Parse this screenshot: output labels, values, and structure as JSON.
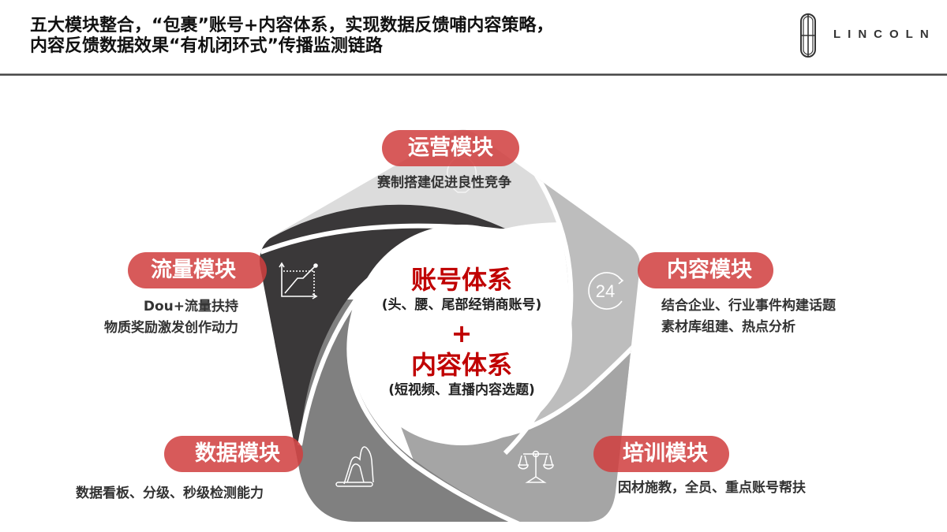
{
  "header": {
    "title_line1": "五大模块整合，“包裹”账号+内容体系，实现数据反馈哺内容策略，",
    "title_line2": "内容反馈数据效果“有机闭环式”传播监测链路",
    "brand": "LINCOLN",
    "brand_icon": "lincoln-star-logo"
  },
  "center": {
    "title1": "账号体系",
    "sub1": "(头、腰、尾部经销商账号)",
    "plus": "+",
    "title2": "内容体系",
    "sub2": "(短视频、直播内容选题)"
  },
  "modules": [
    {
      "id": "operations",
      "label": "运营模块",
      "desc": [
        "赛制搭建促进良性竞争"
      ],
      "icon": "lightbulb-icon",
      "blade_color": "#dcdcdc"
    },
    {
      "id": "content",
      "label": "内容模块",
      "desc": [
        "结合企业、行业事件构建话题",
        "素材库组建、热点分析"
      ],
      "icon": "clock-24-icon",
      "blade_color": "#bdbdbd"
    },
    {
      "id": "training",
      "label": "培训模块",
      "desc": [
        "因材施教，全员、重点账号帮扶"
      ],
      "icon": "scale-icon",
      "blade_color": "#a5a5a5"
    },
    {
      "id": "data",
      "label": "数据模块",
      "desc": [
        "数据看板、分级、秒级检测能力"
      ],
      "icon": "mountain-icon",
      "blade_color": "#808080"
    },
    {
      "id": "traffic",
      "label": "流量模块",
      "desc": [
        "Dou+流量扶持",
        "物质奖励激发创作动力"
      ],
      "icon": "line-chart-icon",
      "blade_color": "#3a3839"
    }
  ],
  "colors": {
    "accent_red": "#c00000",
    "pill_red": "#d13f3f",
    "text_dark": "#333333"
  }
}
